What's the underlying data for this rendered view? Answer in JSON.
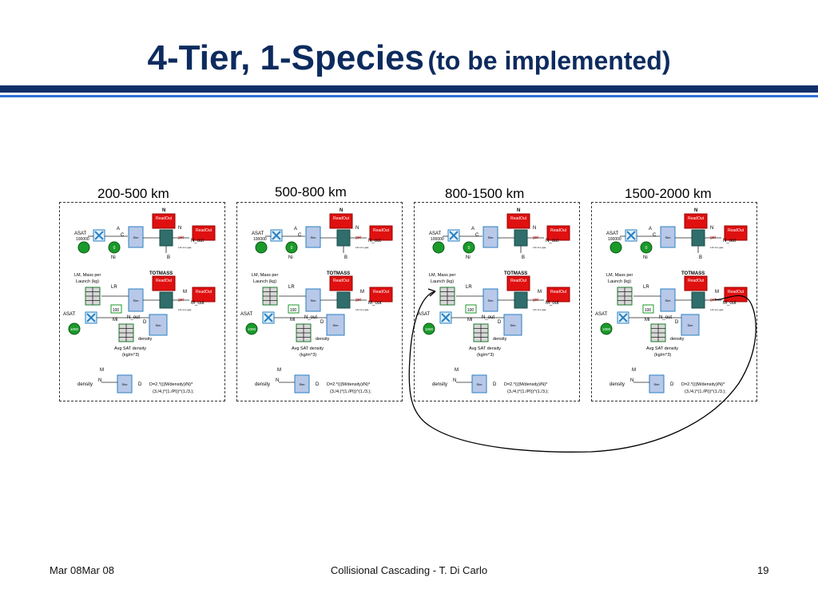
{
  "slide": {
    "title_main": "4-Tier, 1-Species",
    "title_sub": "(to be implemented)"
  },
  "tiers": [
    {
      "label": "200-500  km"
    },
    {
      "label": "500-800  km"
    },
    {
      "label": "800-1500  km"
    },
    {
      "label": "1500-2000  km"
    }
  ],
  "block": {
    "n": "N",
    "asat": "ASAT",
    "asat_value": "100000",
    "a": "A",
    "c": "C",
    "b": "B",
    "ni": "Ni",
    "n_out": "N_out",
    "readout": "ReadOut",
    "get": "get",
    "tiny": "L11 LLL gaq",
    "lm": "LM, Mass per",
    "launch": "Launch (kg)",
    "lr": "LR",
    "totmass": "TOTMASS",
    "m": "M",
    "m_out": "M_out",
    "asat2": "ASAT",
    "const_100": "100",
    "const_1000": "1000",
    "mi": "Mi",
    "d": "D",
    "density": "density",
    "avg1": "Avg SAT density",
    "avg2": "(kg/m^3)",
    "sim": "Sim",
    "formula1": "D=2.*(((M/density)/N)*",
    "formula2": "(3./4.)*(1./PI))^(1./3.);"
  },
  "footer": {
    "date": "Mar 08Mar 08",
    "center": "Collisional Cascading - T. Di Carlo",
    "page": "19"
  },
  "colors": {
    "title": "#0d2b5e",
    "bar_thick": "#10306b",
    "bar_thin": "#2f6fd6",
    "readout_red": "#e01010",
    "green": "#1a9a2a",
    "teal": "#2f6e6a",
    "sim_blue": "#b8c8e8"
  }
}
